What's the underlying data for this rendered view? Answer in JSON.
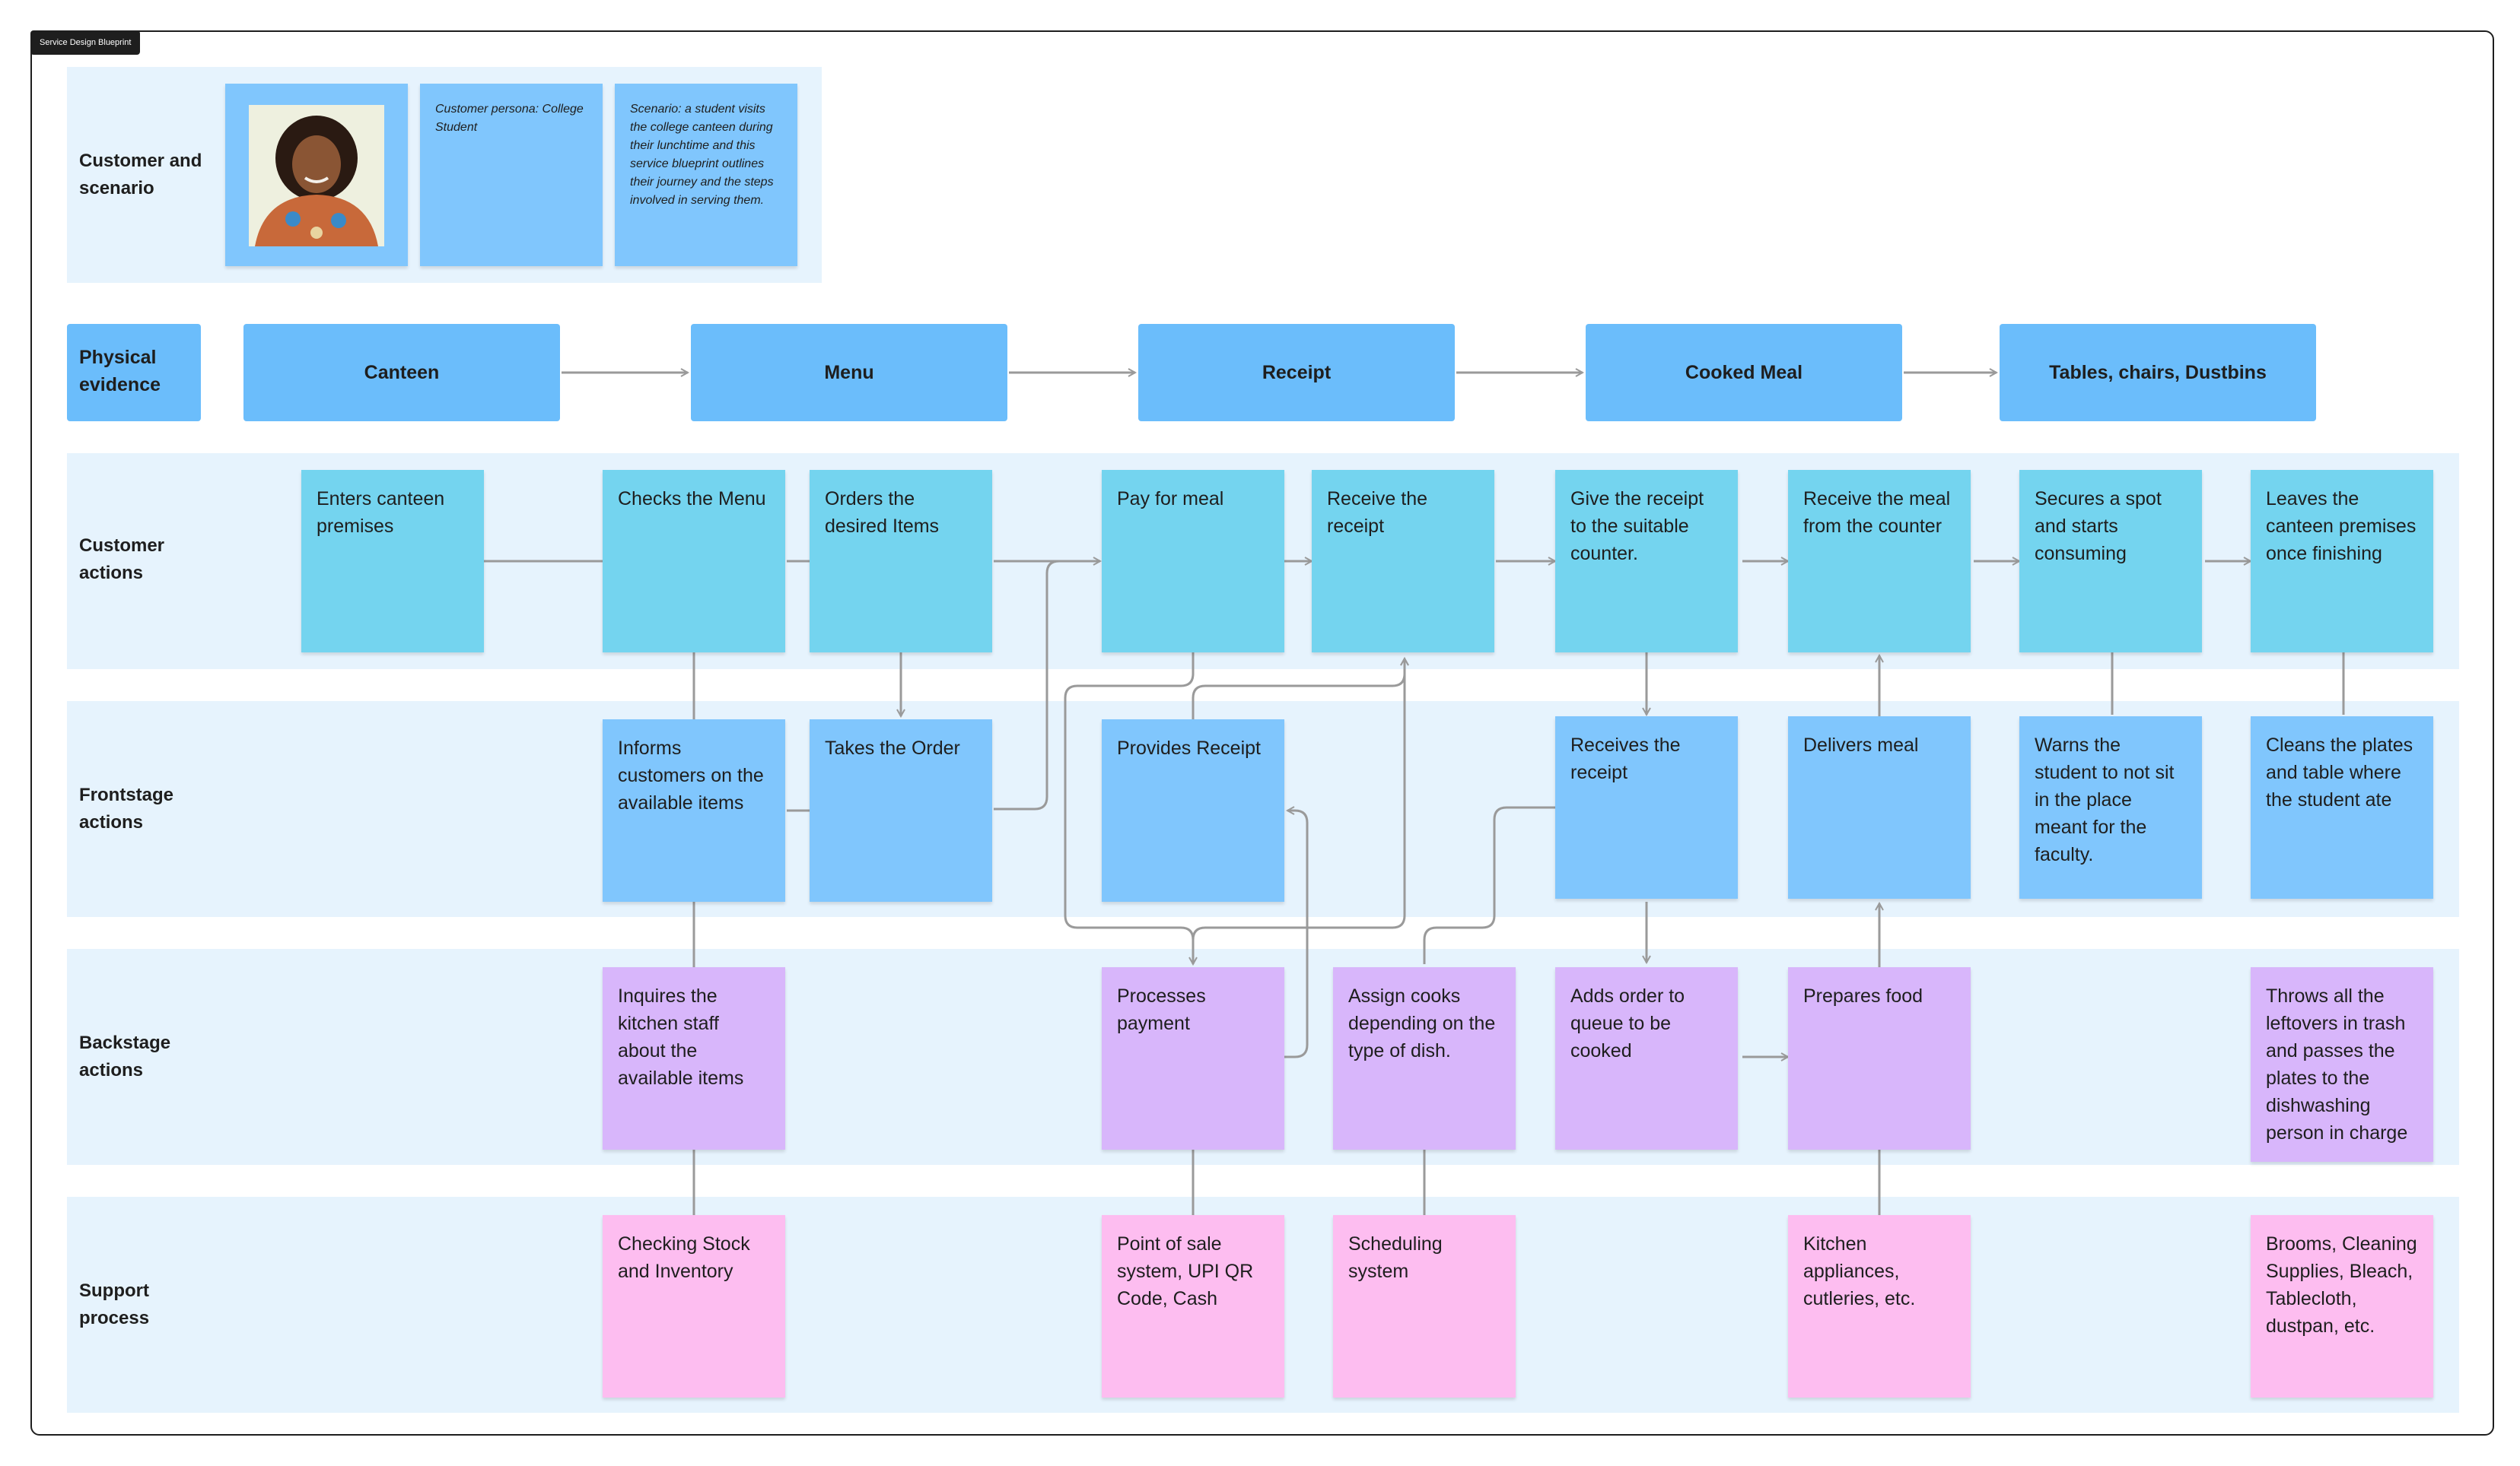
{
  "frame_title": "Service Design Blueprint",
  "customer_scenario": {
    "label": "Customer and scenario",
    "persona": "Customer persona: College Student",
    "scenario": "Scenario: a student visits the college canteen during their lunchtime and this service blueprint outlines their journey and the steps involved in serving them."
  },
  "physical_evidence": {
    "label": "Physical evidence",
    "items": [
      "Canteen",
      "Menu",
      "Receipt",
      "Cooked Meal",
      "Tables, chairs, Dustbins"
    ]
  },
  "rows": {
    "customer_actions": "Customer actions",
    "frontstage_actions": "Frontstage actions",
    "backstage_actions": "Backstage actions",
    "support_process": "Support process"
  },
  "customer_actions": [
    "Enters canteen premises",
    "Checks the Menu",
    "Orders the desired Items",
    "Pay for meal",
    "Receive the receipt",
    "Give the receipt to the suitable counter.",
    "Receive the meal from the counter",
    "Secures a spot and starts consuming",
    "Leaves the canteen premises once finishing"
  ],
  "frontstage_actions": [
    "Informs customers on the available items",
    "Takes the Order",
    "Provides Receipt",
    "Receives the receipt",
    "Delivers meal",
    "Warns the student to not sit in the place meant for the faculty.",
    "Cleans the plates and table where the student ate"
  ],
  "backstage_actions": [
    "Inquires the kitchen staff about the available items",
    "Processes payment",
    "Assign cooks depending on the type of dish.",
    "Adds order to queue to be cooked",
    "Prepares food",
    "Throws all the leftovers in trash and passes the plates to the dishwashing person in charge"
  ],
  "support_process": [
    "Checking Stock and Inventory",
    "Point of sale system, UPI QR Code, Cash",
    "Scheduling system",
    "Kitchen appliances, cutleries, etc.",
    "Brooms, Cleaning Supplies, Bleach, Tablecloth, dustpan, etc."
  ],
  "colors": {
    "band": "#e6f3fd",
    "customer_sticky": "#74d4ef",
    "frontstage_sticky": "#80c6fd",
    "backstage_sticky": "#d8b6fb",
    "support_sticky": "#fdbdf0",
    "evidence": "#6bbdfb",
    "connector": "#9a9a9a"
  }
}
